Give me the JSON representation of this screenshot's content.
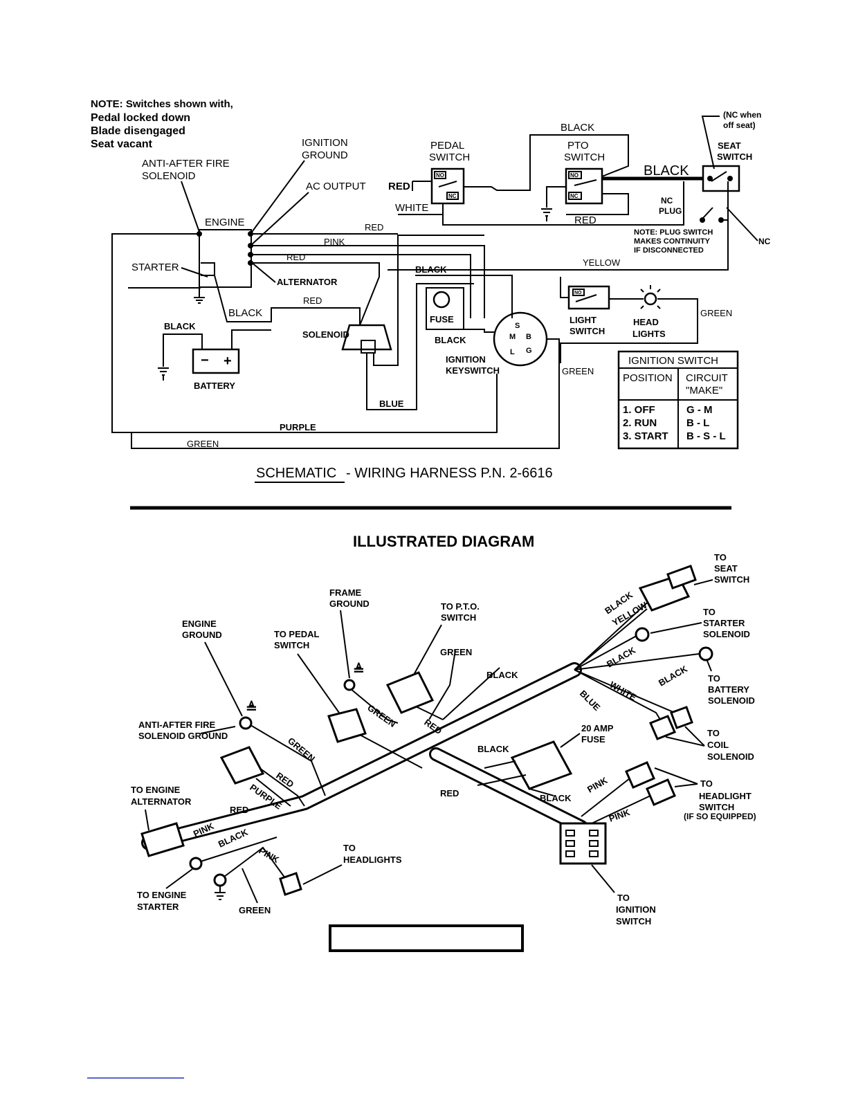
{
  "schematic": {
    "note_lines": [
      "NOTE: Switches shown with,",
      "Pedal locked down",
      "Blade disengaged",
      "Seat vacant"
    ],
    "labels": {
      "anti_after_fire_1": "ANTI-AFTER FIRE",
      "anti_after_fire_2": "SOLENOID",
      "ignition_ground_1": "IGNITION",
      "ignition_ground_2": "GROUND",
      "ac_output": "AC OUTPUT",
      "engine": "ENGINE",
      "starter": "STARTER",
      "alternator": "ALTERNATOR",
      "battery": "BATTERY",
      "solenoid": "SOLENOID",
      "fuse": "FUSE",
      "ignition_keyswitch_1": "IGNITION",
      "ignition_keyswitch_2": "KEYSWITCH",
      "pedal_switch_1": "PEDAL",
      "pedal_switch_2": "SWITCH",
      "pto_switch_1": "PTO",
      "pto_switch_2": "SWITCH",
      "seat_switch_1": "SEAT",
      "seat_switch_2": "SWITCH",
      "nc_when_1": "(NC when",
      "nc_when_2": "off seat)",
      "nc_plug_1": "NC",
      "nc_plug_2": "PLUG",
      "plug_note_1": "NOTE: PLUG SWITCH",
      "plug_note_2": "MAKES CONTINUITY",
      "plug_note_3": "IF DISCONNECTED",
      "nc": "NC",
      "no": "NO",
      "light_switch_1": "LIGHT",
      "light_switch_2": "SWITCH",
      "head_lights_1": "HEAD",
      "head_lights_2": "LIGHTS",
      "key_s": "S",
      "key_m": "M",
      "key_b": "B",
      "key_l": "L",
      "key_g": "G",
      "bat_minus": "−",
      "bat_plus": "+"
    },
    "wires": {
      "black_top": "BLACK",
      "black_seat": "BLACK",
      "red_pedal": "RED",
      "white": "WHITE",
      "red_pto": "RED",
      "red_main": "RED",
      "pink": "PINK",
      "red_2": "RED",
      "yellow": "YELLOW",
      "black_mid": "BLACK",
      "red_3": "RED",
      "black_starter": "BLACK",
      "black_battery": "BLACK",
      "black_fuse": "BLACK",
      "green_lights": "GREEN",
      "green_key": "GREEN",
      "blue": "BLUE",
      "purple": "PURPLE",
      "green_bottom": "GREEN"
    },
    "ignition_table": {
      "title": "IGNITION SWITCH",
      "col1": "POSITION",
      "col2_1": "CIRCUIT",
      "col2_2": "\"MAKE\"",
      "rows": [
        {
          "position": "1. OFF",
          "circuit": "G - M"
        },
        {
          "position": "2. RUN",
          "circuit": "B - L"
        },
        {
          "position": "3. START",
          "circuit": "B - S - L"
        }
      ]
    },
    "caption_underlined": "SCHEMATIC",
    "caption_rest": "-  WIRING  HARNESS P.N. 2-6616"
  },
  "illustrated": {
    "title": "ILLUSTRATED DIAGRAM",
    "callouts": {
      "seat_switch": [
        "TO",
        "SEAT",
        "SWITCH"
      ],
      "starter_solenoid": [
        "TO",
        "STARTER",
        "SOLENOID"
      ],
      "battery_solenoid": [
        "TO",
        "BATTERY",
        "SOLENOID"
      ],
      "coil_solenoid": [
        "TO",
        "COIL",
        "SOLENOID"
      ],
      "headlight_switch": [
        "TO",
        "HEADLIGHT",
        "SWITCH",
        "(IF SO EQUIPPED)"
      ],
      "ignition_switch": [
        "TO",
        "IGNITION",
        "SWITCH"
      ],
      "frame_ground": [
        "FRAME",
        "GROUND"
      ],
      "pto_switch": [
        "TO P.T.O.",
        "SWITCH"
      ],
      "engine_ground": [
        "ENGINE",
        "GROUND"
      ],
      "pedal_switch": [
        "TO PEDAL",
        "SWITCH"
      ],
      "anti_after_fire_ground": [
        "ANTI-AFTER FIRE",
        "SOLENOID GROUND"
      ],
      "engine_alternator": [
        "TO ENGINE",
        "ALTERNATOR"
      ],
      "engine_starter": [
        "TO ENGINE",
        "STARTER"
      ],
      "headlights": [
        "TO",
        "HEADLIGHTS"
      ],
      "fuse_20amp": [
        "20 AMP",
        "FUSE"
      ]
    },
    "wire_labels": {
      "black_seat": "BLACK",
      "yellow": "YELLOW",
      "black_2": "BLACK",
      "black_3": "BLACK",
      "white": "WHITE",
      "blue": "BLUE",
      "green_top": "GREEN",
      "black_pto": "BLACK",
      "green_pto": "GREEN",
      "red_pto": "RED",
      "green_anti": "GREEN",
      "red_anti": "RED",
      "purple": "PURPLE",
      "red_alt": "RED",
      "pink_alt": "PINK",
      "black_starter": "BLACK",
      "pink_head": "PINK",
      "green_bottom": "GREEN",
      "black_fuse": "BLACK",
      "red_fuse": "RED",
      "black_fuse2": "BLACK",
      "pink_sw1": "PINK",
      "pink_sw2": "PINK"
    }
  }
}
